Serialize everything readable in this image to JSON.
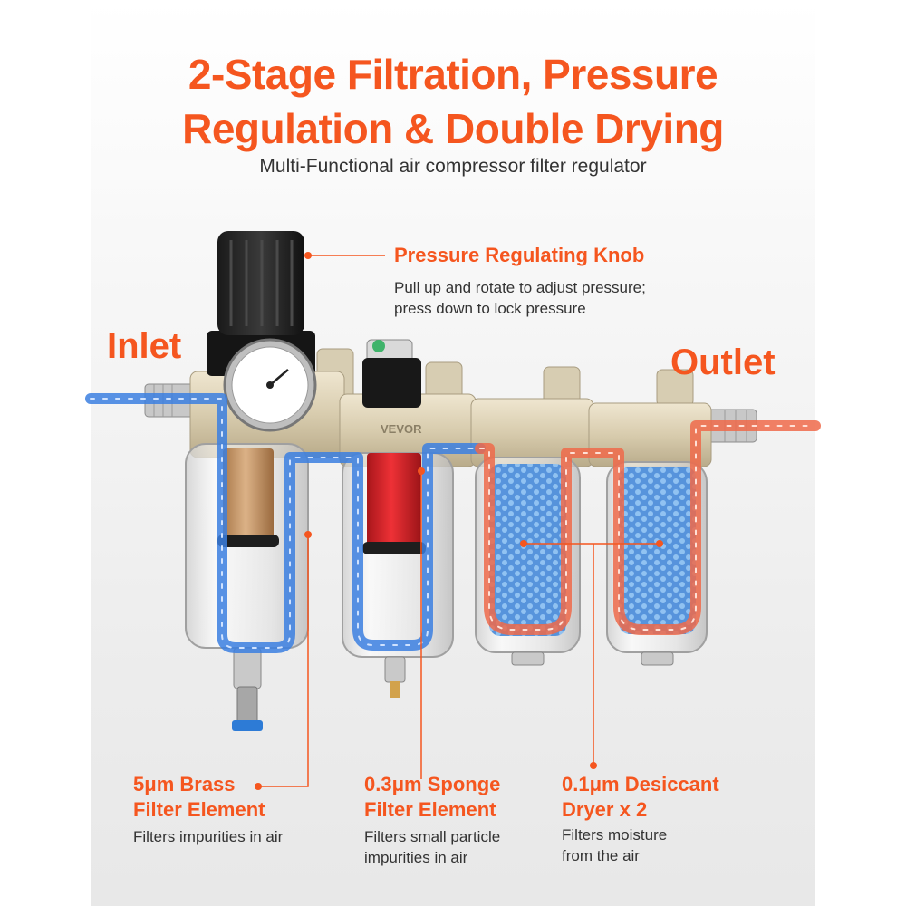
{
  "header": {
    "title_line1": "2-Stage Filtration, Pressure",
    "title_line2": "Regulation & Double Drying",
    "subtitle": "Multi-Functional air compressor filter regulator"
  },
  "labels": {
    "inlet": "Inlet",
    "outlet": "Outlet",
    "brand": "VEVOR"
  },
  "callouts": {
    "knob": {
      "title": "Pressure Regulating Knob",
      "desc_line1": "Pull up and rotate to adjust pressure;",
      "desc_line2": "press down to lock pressure"
    },
    "brass": {
      "title_line1": "5μm Brass",
      "title_line2": "Filter Element",
      "desc_line1": "Filters impurities in air"
    },
    "sponge": {
      "title_line1": "0.3μm Sponge",
      "title_line2": "Filter Element",
      "desc_line1": "Filters small particle",
      "desc_line2": "impurities in air"
    },
    "desiccant": {
      "title_line1": "0.1μm Desiccant",
      "title_line2": "Dryer x 2",
      "desc_line1": "Filters moisture",
      "desc_line2": "from the air"
    }
  },
  "colors": {
    "accent": "#f5561f",
    "inlet_air": "#3b7fe0",
    "outlet_air": "#ee6a4a",
    "sponge": "#d9262b",
    "brass": "#c89a64",
    "desiccant": "#4f8fdb"
  }
}
